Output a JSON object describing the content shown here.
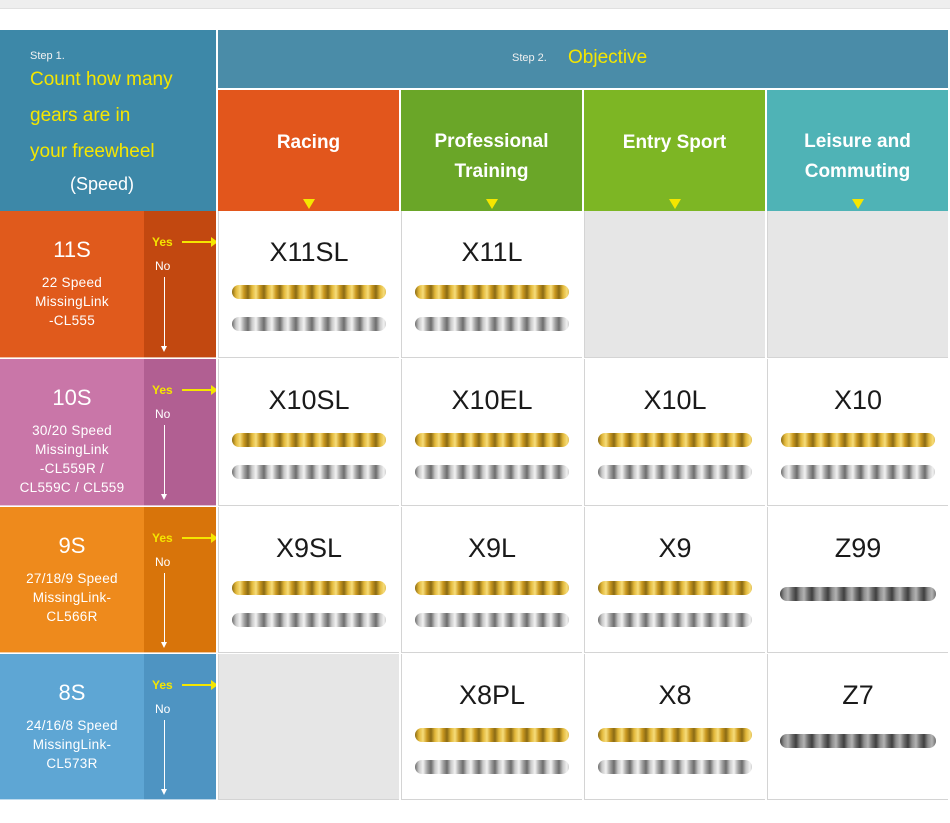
{
  "step1": {
    "label": "Step 1.",
    "line1": "Count how many",
    "line2": "gears are in",
    "line3": "your freewheel",
    "speed": "(Speed)"
  },
  "step2": {
    "label": "Step 2.",
    "objective": "Objective"
  },
  "objectives": [
    {
      "line1": "Racing",
      "line2": "",
      "color": "#e2561c"
    },
    {
      "line1": "Professional",
      "line2": "Training",
      "color": "#6aa628"
    },
    {
      "line1": "Entry Sport",
      "line2": "",
      "color": "#7db624"
    },
    {
      "line1": "Leisure and",
      "line2": "Commuting",
      "color": "#4fb3b6"
    }
  ],
  "yes_label": "Yes",
  "no_label": "No",
  "rows": [
    {
      "speed": "11S",
      "sub": [
        "22 Speed",
        "MissingLink",
        "-CL555"
      ],
      "color": "#e05a1c",
      "yn_color": "#c24810",
      "models": [
        {
          "name": "X11SL",
          "chains": [
            "gold",
            "silver"
          ]
        },
        {
          "name": "X11L",
          "chains": [
            "gold",
            "silver"
          ]
        },
        null,
        null
      ]
    },
    {
      "speed": "10S",
      "sub": [
        "30/20 Speed",
        "MissingLink",
        "-CL559R /",
        "CL559C / CL559"
      ],
      "color": "#c976a8",
      "yn_color": "#b15f92",
      "models": [
        {
          "name": "X10SL",
          "chains": [
            "gold",
            "silver"
          ]
        },
        {
          "name": "X10EL",
          "chains": [
            "gold",
            "silver"
          ]
        },
        {
          "name": "X10L",
          "chains": [
            "gold",
            "silver"
          ]
        },
        {
          "name": "X10",
          "chains": [
            "gold",
            "silver"
          ]
        }
      ]
    },
    {
      "speed": "9S",
      "sub": [
        "27/18/9 Speed",
        "MissingLink-",
        "CL566R"
      ],
      "color": "#ee8a1c",
      "yn_color": "#d8740a",
      "models": [
        {
          "name": "X9SL",
          "chains": [
            "gold",
            "silver"
          ]
        },
        {
          "name": "X9L",
          "chains": [
            "gold",
            "silver"
          ]
        },
        {
          "name": "X9",
          "chains": [
            "gold",
            "silver"
          ]
        },
        {
          "name": "Z99",
          "chains": [
            "dark"
          ]
        }
      ]
    },
    {
      "speed": "8S",
      "sub": [
        "24/16/8 Speed",
        "MissingLink-",
        "CL573R"
      ],
      "color": "#5ea6d4",
      "yn_color": "#4e94c2",
      "models": [
        null,
        {
          "name": "X8PL",
          "chains": [
            "gold",
            "silver"
          ]
        },
        {
          "name": "X8",
          "chains": [
            "gold",
            "silver"
          ]
        },
        {
          "name": "Z7",
          "chains": [
            "dark"
          ]
        }
      ]
    }
  ]
}
